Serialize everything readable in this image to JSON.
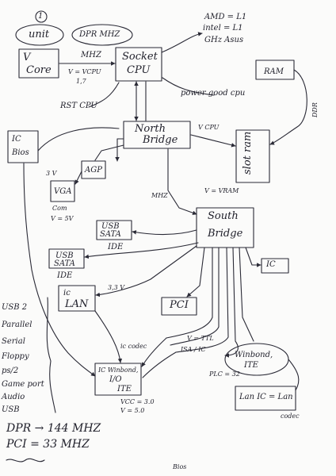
{
  "header": {
    "unit": "unit",
    "circle_num": "1",
    "dpr_mhz": "DPR MHZ",
    "amd": "AMD = L1",
    "intel": "intel = L1",
    "ghz": "GHz Asus"
  },
  "core": {
    "v": "V",
    "label": "Core",
    "mhz": "MHZ",
    "vcpu": "V = VCPU",
    "val": "1,7"
  },
  "cpu": {
    "line1": "Socket",
    "line2": "CPU"
  },
  "ram": {
    "label": "RAM",
    "ddr": "DDR"
  },
  "rst_cpu": "RST CPU",
  "power_good": "power good cpu",
  "north": {
    "line1": "North",
    "line2": "Bridge"
  },
  "vcpu_right": "V CPU",
  "slot_ram": "slot ram",
  "ic_bios": {
    "line1": "IC",
    "line2": "Bios"
  },
  "agp": {
    "label": "AGP",
    "v3": "3 V"
  },
  "vga": {
    "label": "VGA",
    "com": "Com",
    "v": "V = 5V"
  },
  "mhz": "MHZ",
  "vram": "V = VRAM",
  "south": {
    "line1": "South",
    "line2": "Bridge"
  },
  "usb_sata": {
    "line1": "USB",
    "line2": "SATA"
  },
  "ide": "IDE",
  "usb_sata2": {
    "line1": "USB",
    "line2": "SATA",
    "ide": "IDE"
  },
  "ic_right": "IC",
  "ic_lan": {
    "line1": "ic",
    "line2": "LAN"
  },
  "v33": "3,3 V",
  "pci": "PCI",
  "ic_codec": "ic codec",
  "v_ttl": "V = TTL",
  "isa_ic": "ISA / IC",
  "winbond_r": {
    "line1": "Winbond,",
    "line2": "ITE"
  },
  "plc": "PLC = 32",
  "winbond_l": {
    "line1": "IC Winbond,",
    "line2": "I/O",
    "line3": "ITE"
  },
  "vcc": "VCC = 3.0",
  "v5": "V = 5.0",
  "lan_ic": "Lan IC = Lan",
  "codec": "codec",
  "left_list": [
    "USB 2",
    "Parallel",
    "Serial",
    "Floppy",
    "ps/2",
    "Game port",
    "Audio",
    "USB"
  ],
  "dpr": "DPR → 144 MHZ",
  "pci_speed": "PCI = 33 MHZ",
  "bottom": "Bios"
}
